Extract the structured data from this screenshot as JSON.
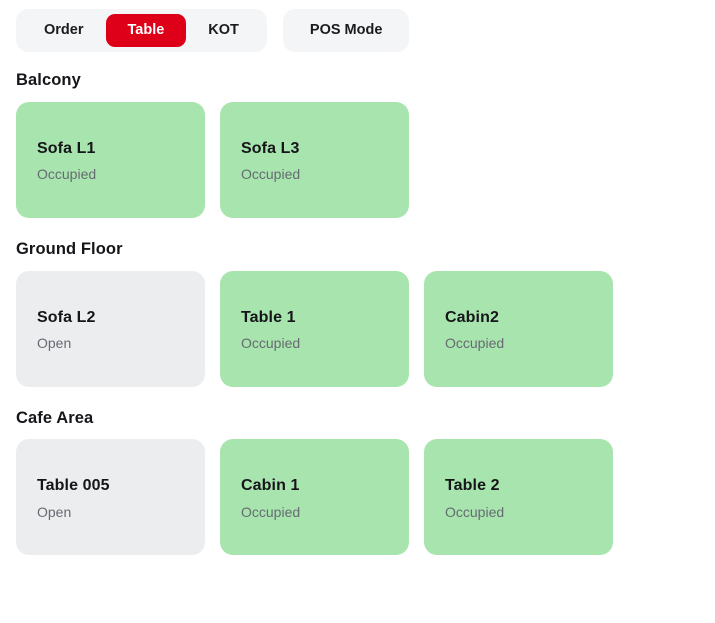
{
  "tabs": {
    "primary_group": [
      {
        "label": "Order",
        "active": false
      },
      {
        "label": "Table",
        "active": true
      },
      {
        "label": "KOT",
        "active": false
      }
    ],
    "secondary_group": [
      {
        "label": "POS Mode",
        "active": false
      }
    ]
  },
  "colors": {
    "active_tab_bg": "#dd0018",
    "active_tab_text": "#ffffff",
    "tab_group_bg": "#f4f5f7",
    "occupied_card_bg": "#a8e4ae",
    "open_card_bg": "#ecedef",
    "title_text": "#16161a",
    "status_text": "#666b72",
    "page_bg": "#ffffff"
  },
  "sections": [
    {
      "title": "Balcony",
      "tables": [
        {
          "name": "Sofa L1",
          "status": "Occupied",
          "state": "occupied"
        },
        {
          "name": "Sofa L3",
          "status": "Occupied",
          "state": "occupied"
        }
      ]
    },
    {
      "title": "Ground Floor",
      "tables": [
        {
          "name": "Sofa L2",
          "status": "Open",
          "state": "open"
        },
        {
          "name": "Table 1",
          "status": "Occupied",
          "state": "occupied"
        },
        {
          "name": "Cabin2",
          "status": "Occupied",
          "state": "occupied"
        }
      ]
    },
    {
      "title": "Cafe Area",
      "tables": [
        {
          "name": "Table 005",
          "status": "Open",
          "state": "open"
        },
        {
          "name": "Cabin 1",
          "status": "Occupied",
          "state": "occupied"
        },
        {
          "name": "Table 2",
          "status": "Occupied",
          "state": "occupied"
        }
      ]
    }
  ]
}
